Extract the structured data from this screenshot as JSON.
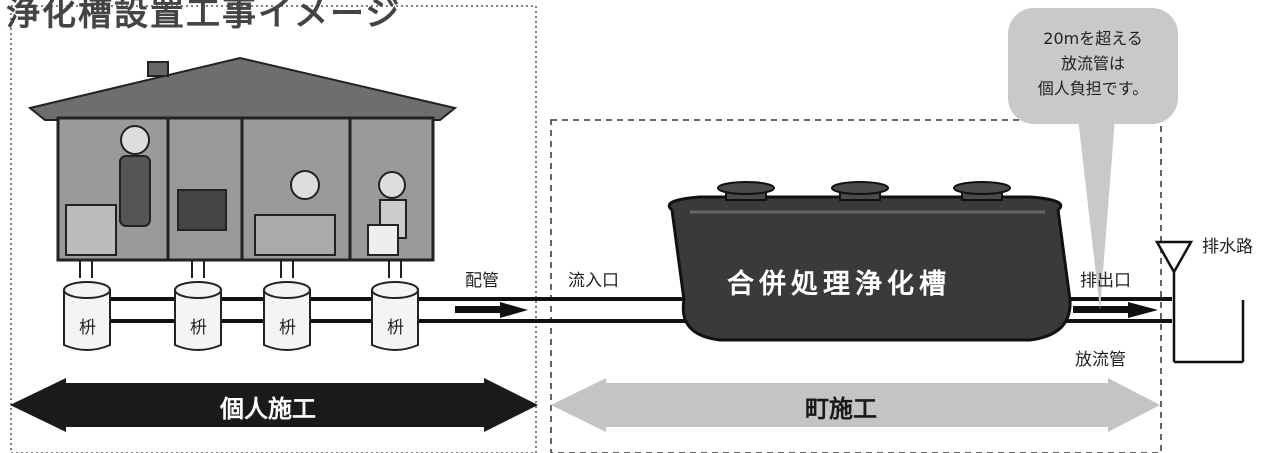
{
  "title": "浄化槽設置工事イメージ",
  "labels": {
    "haikan": "配管",
    "ryunyuguchi": "流入口",
    "haishutsuguchi": "排出口",
    "horyukan": "放流管",
    "haisuiro": "排水路",
    "masu": "枡"
  },
  "tank": {
    "name": "合併処理浄化槽"
  },
  "bubble": {
    "line1": "20mを超える",
    "line2": "放流管は",
    "line3": "個人負担です。"
  },
  "arrows": {
    "kojin": "個人施工",
    "machi": "町施工"
  },
  "colors": {
    "dark": "#1a1a1a",
    "tank": "#3a3a3a",
    "gray_arrow": "#c4c4c4",
    "bubble": "#c9c9c9",
    "house_bg": "#9e9e9e"
  }
}
